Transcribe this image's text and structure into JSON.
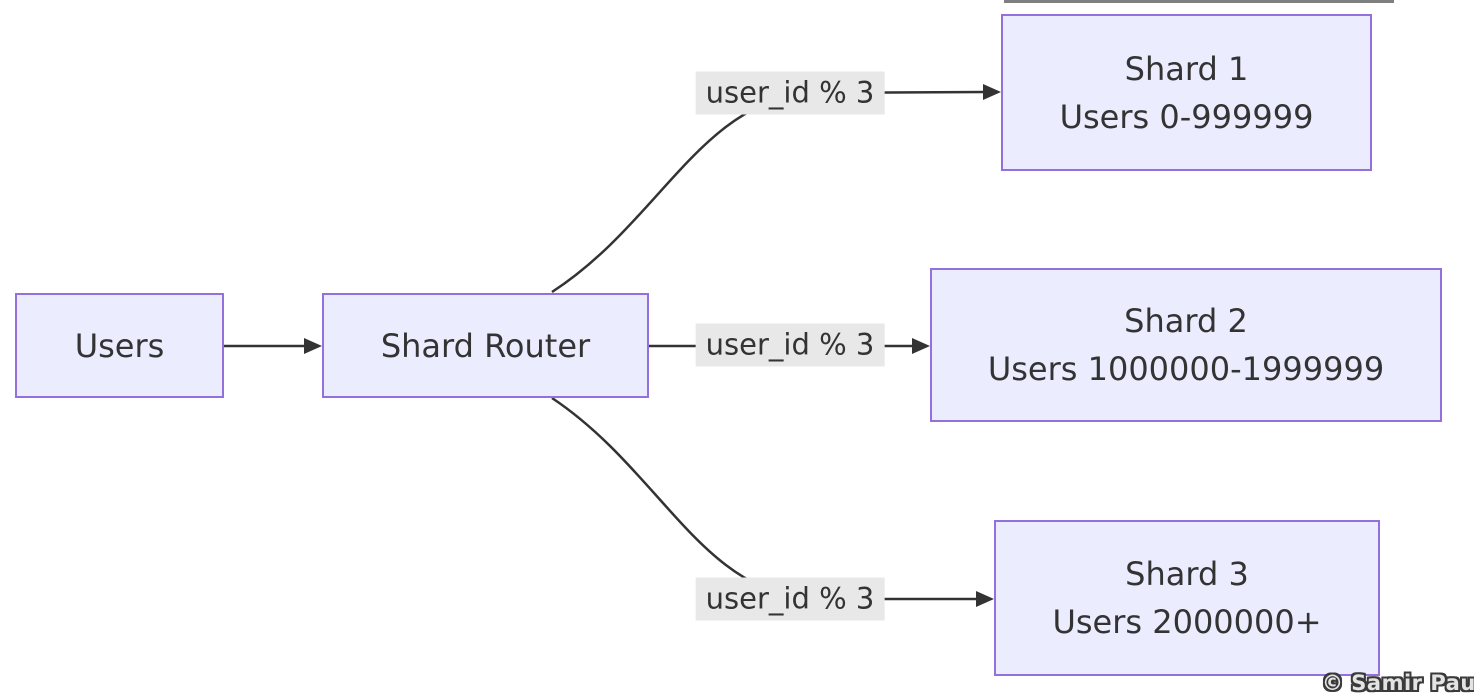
{
  "diagram": {
    "nodes": {
      "users": {
        "label": "Users"
      },
      "router": {
        "label": "Shard Router"
      },
      "shard1": {
        "title": "Shard 1",
        "range": "Users 0-999999"
      },
      "shard2": {
        "title": "Shard 2",
        "range": "Users 1000000-1999999"
      },
      "shard3": {
        "title": "Shard 3",
        "range": "Users 2000000+"
      }
    },
    "edge_labels": {
      "to_shard1": "user_id % 3",
      "to_shard2": "user_id % 3",
      "to_shard3": "user_id % 3"
    },
    "colors": {
      "node_fill": "#ECECFF",
      "node_border": "#9370DB",
      "edge_stroke": "#333333",
      "edge_label_bg": "#e8e8e8",
      "text": "#333333"
    }
  },
  "watermark": "© Samir Paul"
}
